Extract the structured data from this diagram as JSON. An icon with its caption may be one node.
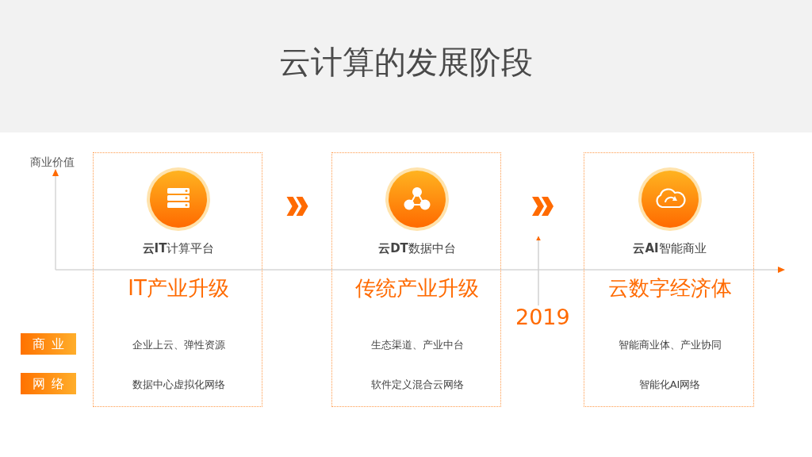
{
  "diagram": {
    "title": "云计算的发展阶段",
    "nodes": [
      {
        "text": [
          "**云IT**计算平台",
          "IT产业升级",
          "企业上云、弹性资源",
          "数据中心虚拟化网络"
        ]
      },
      {
        "text": [
          "**云DT**数据中台",
          "传统产业升级",
          "生态渠道、产业中台",
          "软件定义混合云网络"
        ]
      },
      {
        "text": [
          "**云AI**智能商业",
          "云数字经济体",
          "智能商业体、产业协同",
          "智能化AI网络"
        ]
      },
      {
        "text": [
          "商业"
        ]
      },
      {
        "text": [
          "网络"
        ]
      },
      {
        "text": [
          "2019"
        ]
      }
    ],
    "edges": [
      {
        "from": 0,
        "to": 1,
        "arrow": "to"
      },
      {
        "from": 1,
        "to": 2,
        "arrow": "to"
      },
      {
        "from": 5,
        "to": null,
        "arrow": "to",
        "color": "#d0d0d0"
      }
    ],
    "labels": [
      "商业价值"
    ]
  }
}
